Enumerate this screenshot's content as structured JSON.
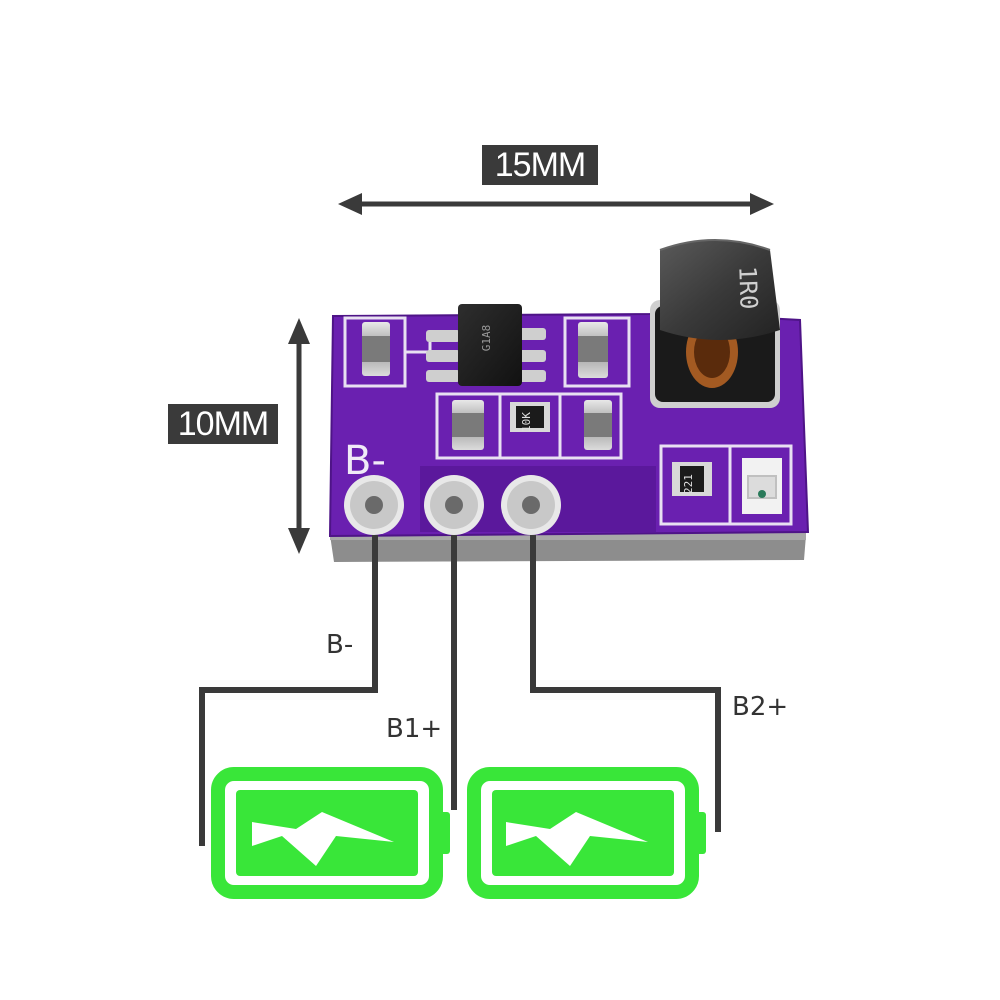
{
  "dimensions": {
    "width_label": "15MM",
    "height_label": "10MM"
  },
  "board": {
    "pin_label": "B-",
    "inductor_marking": "1R0",
    "chip_marking": "G1A8",
    "resistor_marking": "10K",
    "resistor2_marking": "221",
    "color_board": "#6a20b0",
    "color_board_edge": "#8d8d8d"
  },
  "wires": {
    "b_minus_label": "B-",
    "b1_plus_label": "B1+",
    "b2_plus_label": "B2+",
    "color": "#3a3a3a"
  },
  "batteries": {
    "color": "#39e639",
    "icon": "battery-charging-icon"
  }
}
